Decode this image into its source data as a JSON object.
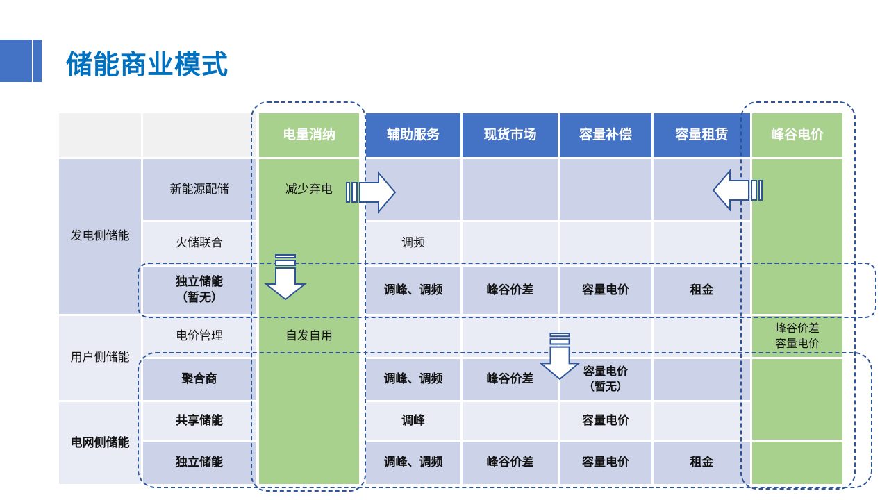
{
  "title": "储能商业模式",
  "colors": {
    "title_blue": "#0070C0",
    "header_blue": "#4472C4",
    "green": "#A9D18E",
    "row_dark": "#CCD3E9",
    "row_light": "#E9EBF5",
    "dashed_outline": "#2E5597"
  },
  "table": {
    "headers": {
      "c3": "电量消纳",
      "c4": "辅助服务",
      "c5": "现货市场",
      "c6": "容量补偿",
      "c7": "容量租赁",
      "c8": "峰谷电价"
    },
    "groups": {
      "g1": "发电侧储能",
      "g2": "用户侧储能",
      "g3": "电网侧储能"
    },
    "rows": {
      "r1": {
        "label": "新能源配储",
        "c3": "减少弃电"
      },
      "r2": {
        "label": "火储联合",
        "c4": "调频"
      },
      "r3": {
        "label": "独立储能\n（暂无）",
        "c4": "调峰、调频",
        "c5": "峰谷价差",
        "c6": "容量电价",
        "c7": "租金"
      },
      "r4": {
        "label": "电价管理",
        "c3": "自发自用",
        "c8": "峰谷价差\n容量电价"
      },
      "r5": {
        "label": "聚合商",
        "c4": "调峰、调频",
        "c5": "峰谷价差",
        "c6": "容量电价\n（暂无）"
      },
      "r6": {
        "label": "共享储能",
        "c4": "调峰",
        "c6": "容量电价"
      },
      "r7": {
        "label": "独立储能",
        "c4": "调峰、调频",
        "c5": "峰谷价差",
        "c6": "容量电价",
        "c7": "租金"
      }
    }
  }
}
